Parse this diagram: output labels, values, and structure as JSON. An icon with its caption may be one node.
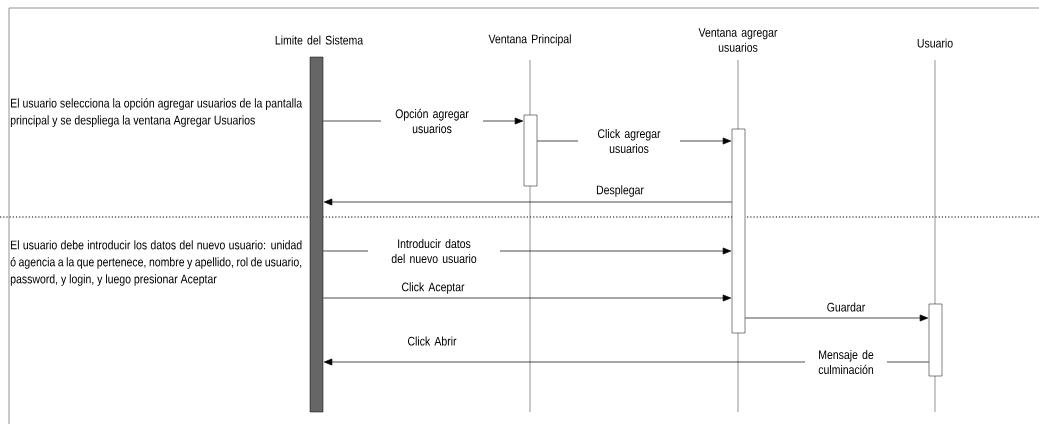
{
  "diagram": {
    "nodes": [
      {
        "text": [
          "Limite del Sistema"
        ]
      },
      {
        "text": [
          "Ventana Principal"
        ]
      },
      {
        "text": [
          "Ventana agregar usuarios"
        ]
      },
      {
        "text": [
          "Usuario"
        ]
      },
      {
        "text": [],
        "shape": "bar"
      },
      {
        "text": [],
        "shape": "box"
      },
      {
        "text": [],
        "shape": "box"
      },
      {
        "text": [],
        "shape": "box"
      }
    ],
    "edges": [
      {
        "from": 4,
        "to": 5,
        "arrow": "to",
        "label": "Opción agregar usuarios"
      },
      {
        "from": 5,
        "to": 6,
        "arrow": "to",
        "label": "Click agregar usuarios"
      },
      {
        "from": 6,
        "to": 4,
        "arrow": "to",
        "label": "Desplegar"
      },
      {
        "from": 4,
        "to": 6,
        "arrow": "to",
        "label": "Introducir datos del nuevo usuario"
      },
      {
        "from": 4,
        "to": 6,
        "arrow": "to",
        "label": "Click Aceptar"
      },
      {
        "from": 6,
        "to": 7,
        "arrow": "to",
        "label": "Guardar"
      },
      {
        "from": 7,
        "to": 4,
        "arrow": "to",
        "label": "Mensaje de culminación"
      }
    ],
    "labels": [
      "El usuario selecciona la opción agregar usuarios de la pantalla principal y se despliega la ventana Agregar Usuarios",
      "El usuario debe introducir los datos del nuevo usuario: unidad ó agencia a la que pertenece, nombre y apellido, rol de usuario, password, y login, y luego presionar Aceptar",
      "Click Abrir"
    ]
  }
}
